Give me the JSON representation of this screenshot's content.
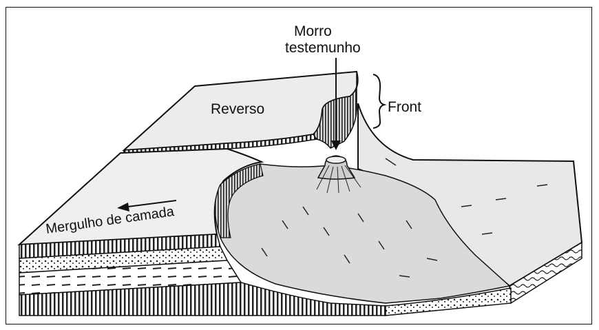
{
  "labels": {
    "morro_line1": "Morro",
    "morro_line2": "testemunho",
    "reverso": "Reverso",
    "front": "Front",
    "mergulho": "Mergulho de camada"
  },
  "colors": {
    "ink": "#111111",
    "surface": "#e4e4e4",
    "valley": "#d6d6d6",
    "background": "#ffffff"
  }
}
